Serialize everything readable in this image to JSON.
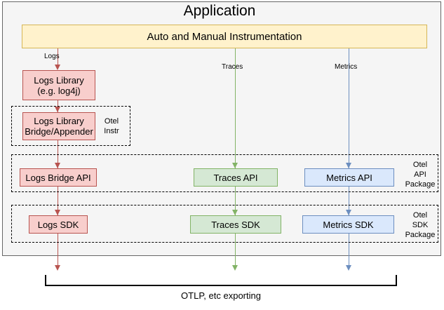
{
  "diagram": {
    "application": {
      "title": "Application"
    },
    "instrumentation_bar": {
      "label": "Auto and Manual Instrumentation"
    },
    "signal_labels": {
      "logs": "Logs",
      "traces": "Traces",
      "metrics": "Metrics"
    },
    "logs_column": {
      "library": "Logs Library\n(e.g. log4j)",
      "bridge": "Logs Library\nBridge/Appender",
      "api": "Logs Bridge API",
      "sdk": "Logs SDK"
    },
    "traces_column": {
      "api": "Traces API",
      "sdk": "Traces SDK"
    },
    "metrics_column": {
      "api": "Metrics API",
      "sdk": "Metrics SDK"
    },
    "groups": {
      "otel_instr": "Otel\nInstr",
      "otel_api_package": "Otel\nAPI\nPackage",
      "otel_sdk_package": "Otel\nSDK\nPackage"
    },
    "export": {
      "caption": "OTLP, etc exporting"
    },
    "colors": {
      "yellow_fill": "#fff2cc",
      "yellow_stroke": "#d6b656",
      "pink_fill": "#f8cecc",
      "pink_stroke": "#b85450",
      "green_fill": "#d5e8d4",
      "green_stroke": "#82b366",
      "blue_fill": "#dae8fc",
      "blue_stroke": "#6c8ebf",
      "app_fill": "#f5f5f5",
      "app_stroke": "#666666"
    }
  }
}
